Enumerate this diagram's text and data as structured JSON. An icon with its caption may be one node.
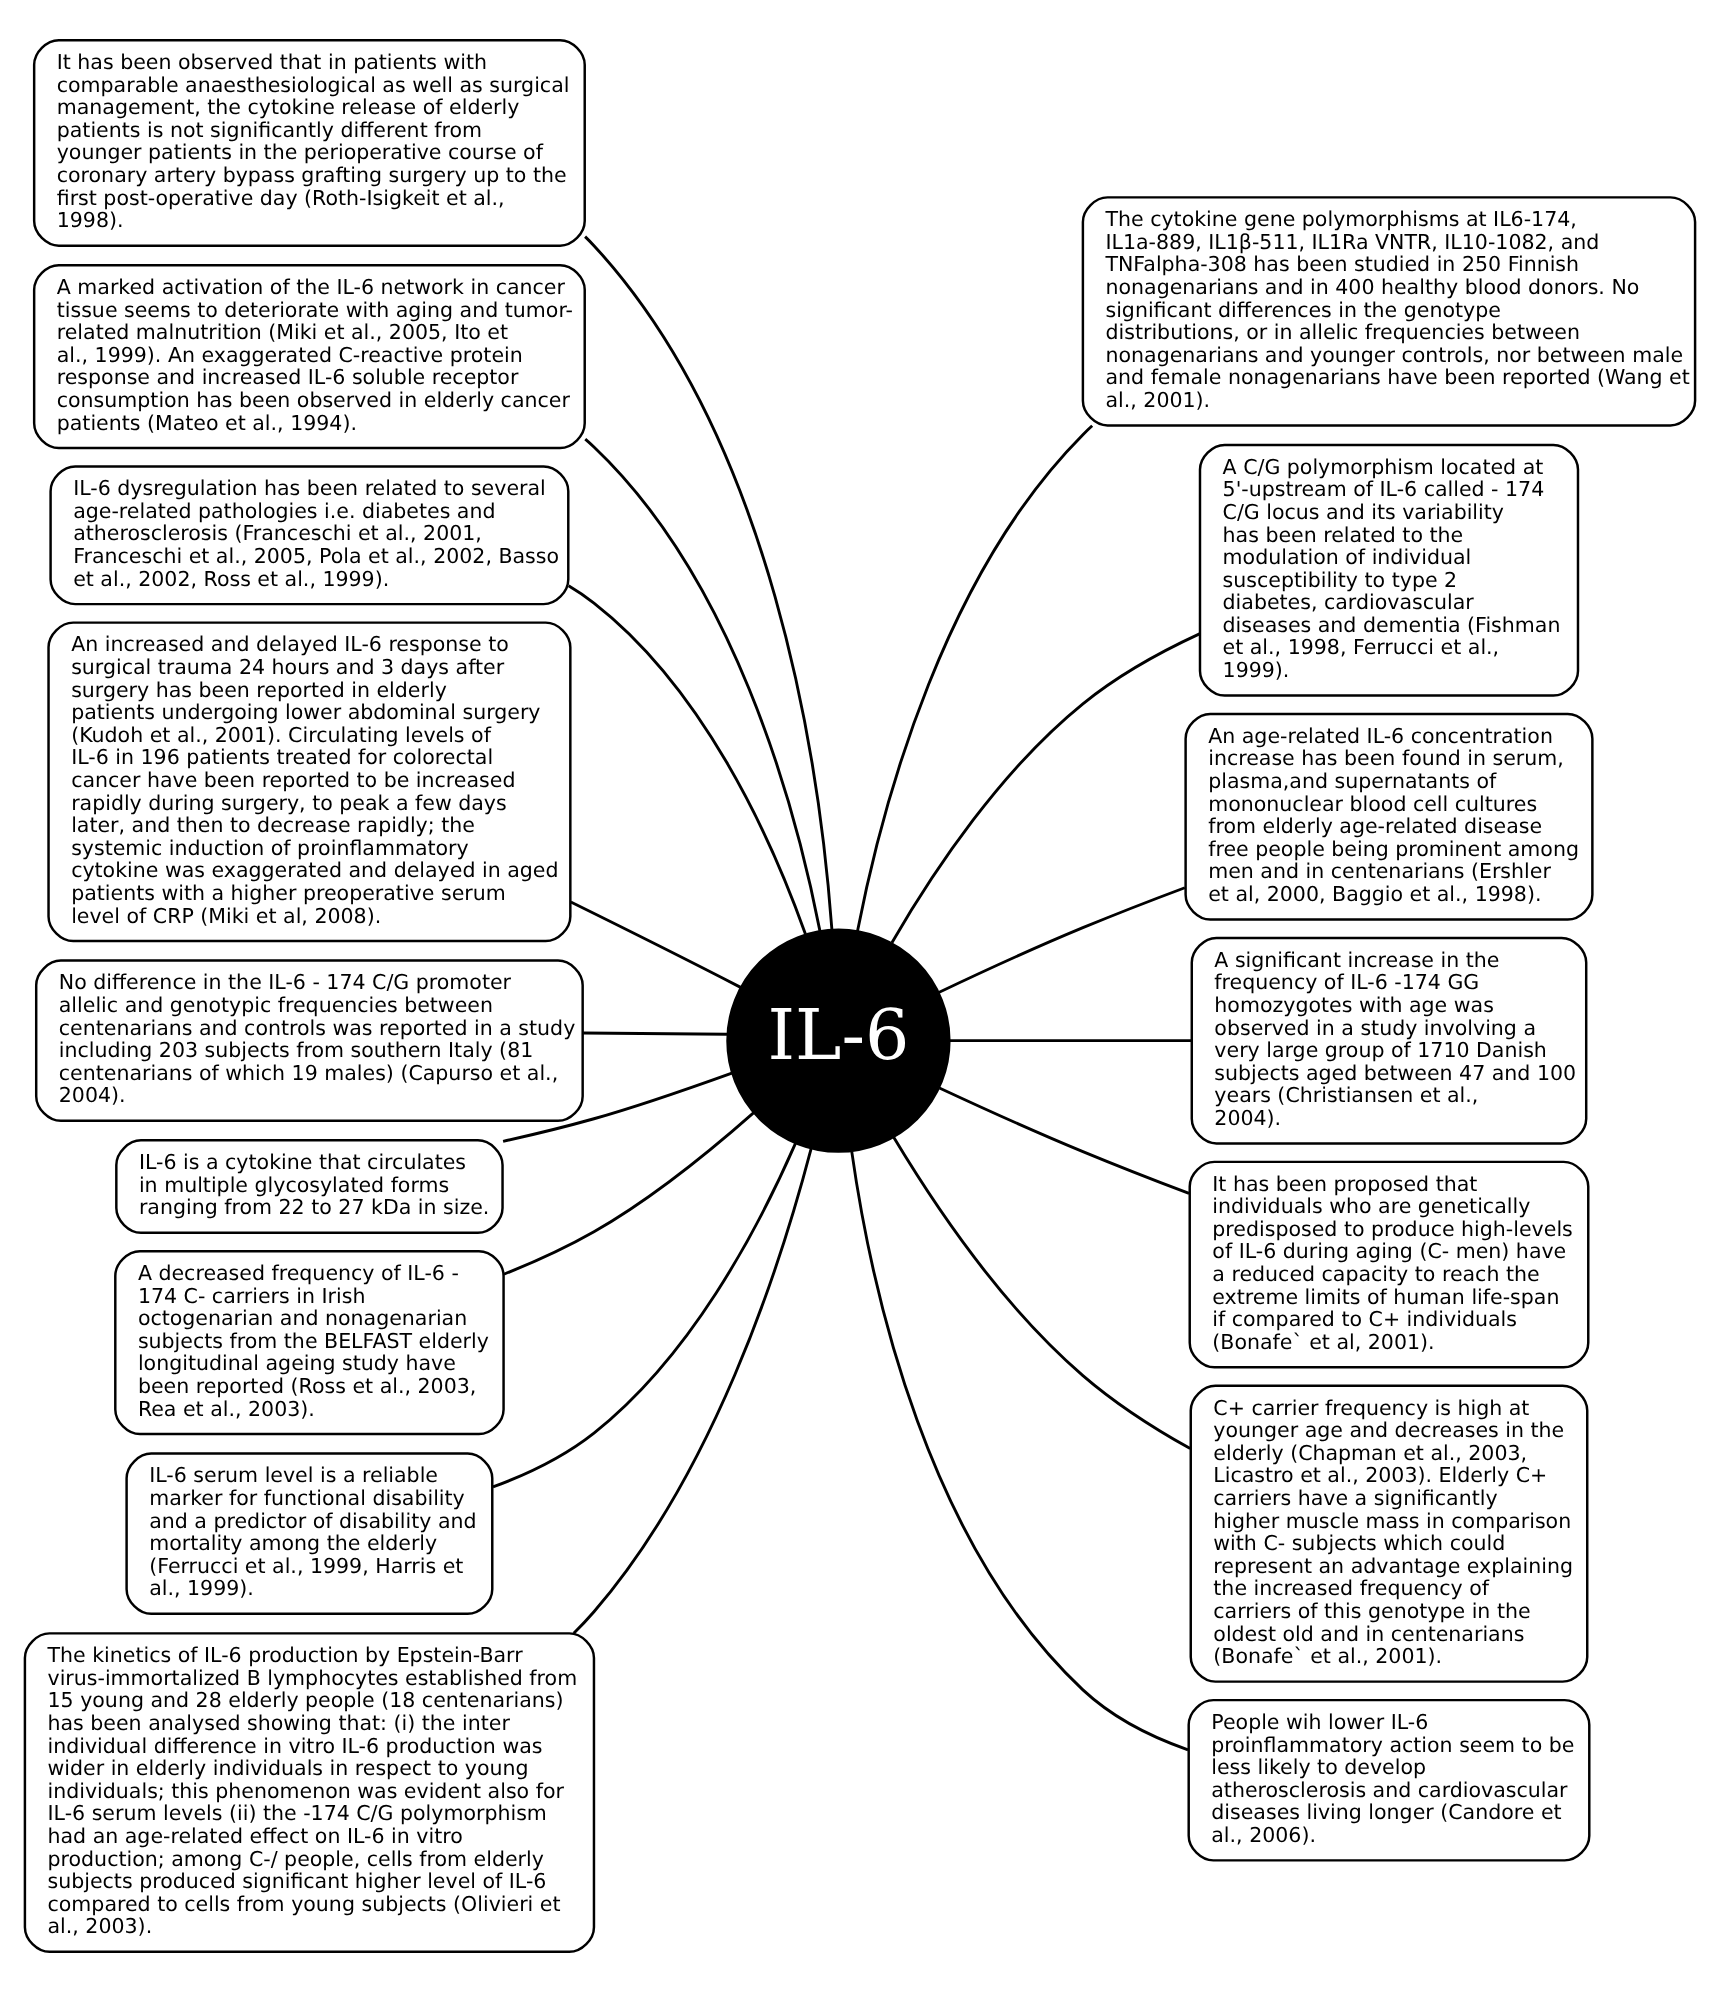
{
  "diagram": {
    "nodes": [
      {
        "text": [
          "IL-6"
        ]
      },
      {
        "text": [
          "It has been observed that in patients with comparable anaesthesiological as well as surgical management, the cytokine release of elderly patients is not significantly different from younger patients in the perioperative course of coronary artery bypass grafting surgery up to the first post-operative day (Roth-Isigkeit et al., 1998)."
        ]
      },
      {
        "text": [
          "A marked activation of the IL-6 network in cancer tissue seems to deteriorate with aging and tumor-related malnutrition (Miki et al., 2005, Ito et al., 1999). An exaggerated C-reactive protein response and increased IL-6 soluble receptor consumption has been observed in elderly cancer patients (Mateo et al., 1994)."
        ]
      },
      {
        "text": [
          "IL-6 dysregulation has been related to several age-related pathologies i.e. diabetes and atherosclerosis (Franceschi et al., 2001, Franceschi et al., 2005, Pola et al., 2002, Basso et al., 2002, Ross et al., 1999)."
        ]
      },
      {
        "text": [
          "An increased and delayed IL-6 response to surgical trauma 24 hours and 3 days after surgery has been reported in elderly patients undergoing lower abdominal surgery (Kudoh et al., 2001). Circulating levels of IL-6 in 196 patients treated for colorectal cancer have been reported to be increased rapidly during surgery, to peak a few days later, and then to decrease rapidly; the systemic induction of proinflammatory cytokine was exaggerated and delayed in aged patients with a higher preoperative serum level of CRP (Miki et al, 2008)."
        ]
      },
      {
        "text": [
          "No difference in the IL-6 - 174 C/G promoter allelic and genotypic frequencies between centenarians and controls was reported in a study including 203 subjects from southern Italy (81 centenarians of which 19 males) (Capurso et al., 2004)."
        ]
      },
      {
        "text": [
          "IL-6 is a cytokine that circulates in multiple glycosylated forms ranging from 22 to 27 kDa in size."
        ]
      },
      {
        "text": [
          "A decreased frequency of IL-6 - 174 C- carriers in Irish octogenarian and nonagenarian subjects from the BELFAST elderly longitudinal ageing study have been reported (Ross et al., 2003, Rea et al., 2003)."
        ]
      },
      {
        "text": [
          "IL-6 serum level is a reliable marker for functional disability and a predictor of disability and mortality among the elderly (Ferrucci et al., 1999, Harris et al., 1999)."
        ]
      },
      {
        "text": [
          "The kinetics of IL-6 production by Epstein-Barr virus-immortalized B lymphocytes established from 15 young and 28 elderly people (18 centenarians) has been analysed showing that: (i) the inter individual difference in vitro IL-6 production was wider in elderly individuals in respect to young individuals; this phenomenon was evident also for IL-6 serum levels (ii) the -174 C/G polymorphism had an age-related effect on IL-6 in vitro production; among C-/ people, cells from elderly subjects produced significant higher level of IL-6 compared to cells from young subjects (Olivieri et al., 2003)."
        ]
      },
      {
        "text": [
          "The cytokine gene polymorphisms at IL6-174, IL1a-889, IL1β-511, IL1Ra VNTR, IL10-1082, and TNFalpha-308 has been studied in 250 Finnish nonagenarians and in 400 healthy blood donors. No significant differences in the genotype distributions, or in allelic frequencies between nonagenarians and younger controls, nor between male and female nonagenarians have been reported (Wang et al., 2001)."
        ]
      },
      {
        "text": [
          "A C/G polymorphism located at 5'-upstream of IL-6 called - 174 C/G locus and its variability has been related to the modulation of individual susceptibility to type 2 diabetes, cardiovascular diseases and dementia (Fishman et al., 1998, Ferrucci et al., 1999)."
        ]
      },
      {
        "text": [
          "An age-related IL-6 concentration increase has been found in serum, plasma,and supernatants of mononuclear blood cell cultures from elderly age-related disease free people being prominent among men and in centenarians (Ershler et al, 2000, Baggio et al., 1998)."
        ]
      },
      {
        "text": [
          "A significant increase in the frequency of IL-6 -174 GG homozygotes with age was observed in a study involving a very large group of 1710 Danish subjects aged between 47 and 100 years (Christiansen et al., 2004)."
        ]
      },
      {
        "text": [
          "It has been proposed that individuals who are genetically predisposed to produce high-levels of IL-6 during aging (C- men) have a reduced capacity to reach the extreme limits of human life-span if compared to C+ individuals (Bonafe` et al, 2001)."
        ]
      },
      {
        "text": [
          "C+ carrier frequency is high at younger age and decreases in the elderly (Chapman et al., 2003, Licastro et al., 2003). Elderly C+ carriers have a significantly higher muscle mass in comparison with C- subjects which could represent an advantage explaining the increased frequency of carriers of this genotype in the oldest old and in centenarians (Bonafe` et al., 2001)."
        ]
      },
      {
        "text": [
          "People wih lower IL-6 proinflammatory action seem to be less likely to develop atherosclerosis and cardiovascular diseases living longer (Candore et al., 2006)."
        ]
      }
    ],
    "edges": [
      {
        "from": 0,
        "to": 1,
        "arrow": "none"
      },
      {
        "from": 0,
        "to": 2,
        "arrow": "none"
      },
      {
        "from": 0,
        "to": 3,
        "arrow": "none"
      },
      {
        "from": 0,
        "to": 4,
        "arrow": "none"
      },
      {
        "from": 0,
        "to": 5,
        "arrow": "none"
      },
      {
        "from": 0,
        "to": 6,
        "arrow": "none"
      },
      {
        "from": 0,
        "to": 7,
        "arrow": "none"
      },
      {
        "from": 0,
        "to": 8,
        "arrow": "none"
      },
      {
        "from": 0,
        "to": 9,
        "arrow": "none"
      },
      {
        "from": 0,
        "to": 10,
        "arrow": "none"
      },
      {
        "from": 0,
        "to": 11,
        "arrow": "none"
      },
      {
        "from": 0,
        "to": 12,
        "arrow": "none"
      },
      {
        "from": 0,
        "to": 13,
        "arrow": "none"
      },
      {
        "from": 0,
        "to": 14,
        "arrow": "none"
      },
      {
        "from": 0,
        "to": 15,
        "arrow": "none"
      },
      {
        "from": 0,
        "to": 16,
        "arrow": "none"
      }
    ]
  }
}
